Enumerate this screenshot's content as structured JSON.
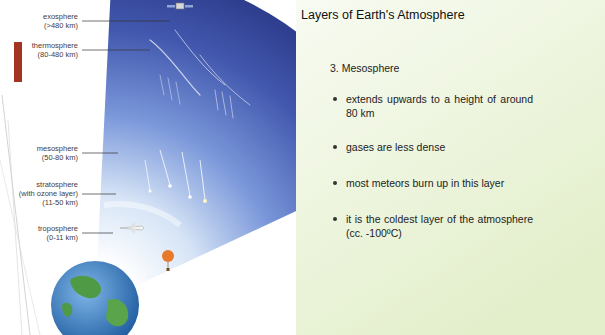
{
  "diagram": {
    "title": "Layers of Earth's Atmosphere",
    "labels": [
      "exosphere",
      "(>480 km)",
      "thermosphere",
      "(80-480 km)",
      "mesosphere",
      "(50-80 km)",
      "stratosphere",
      "(with ozone layer)",
      "(11-50 km)",
      "troposphere",
      "(0-11 km)",
      "3. Mesosphere",
      "extends upwards to a height of around 80 km",
      "gases are less dense",
      "most meteors burn up in this layer",
      "it is the coldest layer of the atmosphere (cc. -100ºC)"
    ]
  }
}
